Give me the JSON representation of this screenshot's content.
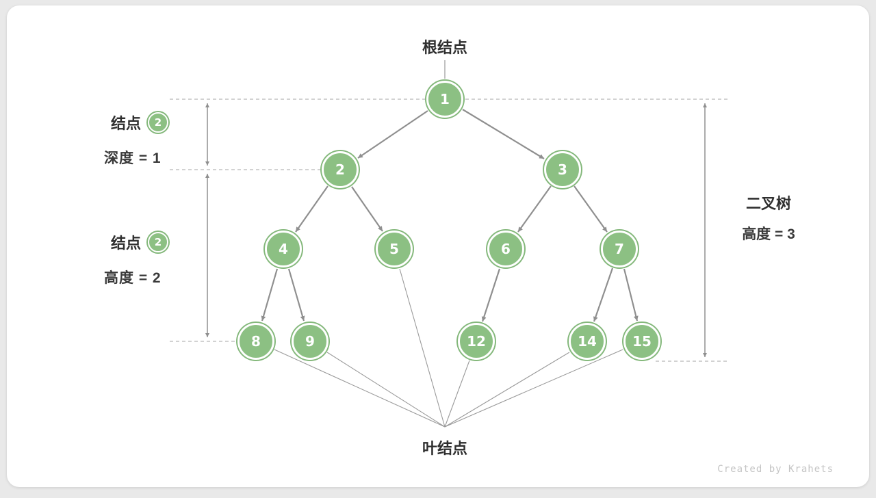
{
  "tree": {
    "nodes": [
      {
        "value": "1"
      },
      {
        "value": "2"
      },
      {
        "value": "3"
      },
      {
        "value": "4"
      },
      {
        "value": "5"
      },
      {
        "value": "6"
      },
      {
        "value": "7"
      },
      {
        "value": "8"
      },
      {
        "value": "9"
      },
      {
        "value": "12"
      },
      {
        "value": "14"
      },
      {
        "value": "15"
      }
    ]
  },
  "labels": {
    "root": "根结点",
    "leaf": "叶结点",
    "depth_block": {
      "node_label": "结点",
      "badge": "2",
      "measure": "深度 = 1"
    },
    "height_block": {
      "node_label": "结点",
      "badge": "2",
      "measure": "高度 = 2"
    },
    "tree_height_block": {
      "line1": "二叉树",
      "line2": "高度 = 3"
    }
  },
  "watermark": "Created by Krahets",
  "colors": {
    "node_fill": "#8cc083",
    "node_ring": "#84b87b",
    "edge": "#8f8f8f",
    "dashed_line": "#b8b8b8",
    "converge_line": "#9a9a9a",
    "text": "#2f2f2f",
    "watermark": "#c4c4c4",
    "card_bg": "#ffffff",
    "page_bg": "#e9e9e9"
  }
}
